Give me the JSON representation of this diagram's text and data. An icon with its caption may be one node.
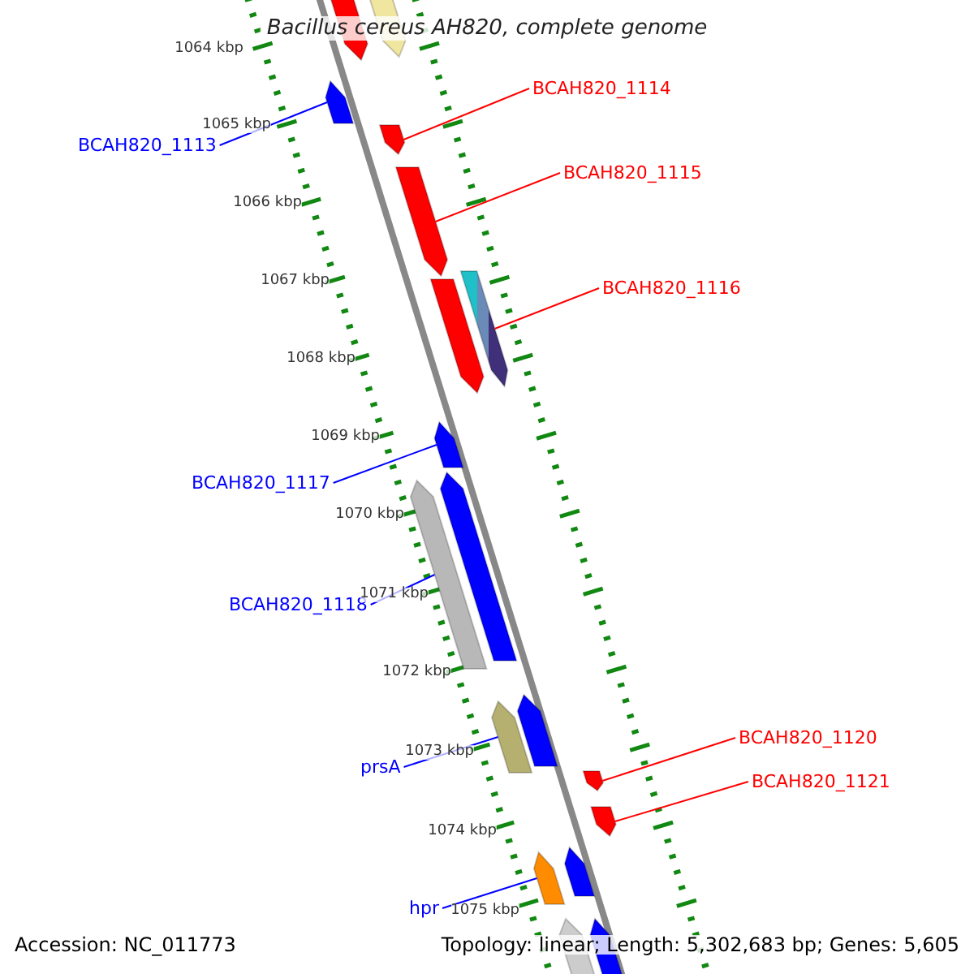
{
  "diagram": {
    "title": "Bacillus cereus AH820, complete genome",
    "nodes": [
      {
        "text": [
          "BCAH820_1114"
        ]
      },
      {
        "text": [],
        "shape": "bar"
      },
      {
        "text": [
          "BCAH820_1113"
        ]
      },
      {
        "text": [],
        "shape": "bar"
      },
      {
        "text": [
          "BCAH820_1115"
        ]
      },
      {
        "text": [],
        "shape": "bar"
      },
      {
        "text": [
          "BCAH820_1116"
        ]
      },
      {
        "text": [],
        "shape": "bar"
      },
      {
        "text": [
          "BCAH820_1117"
        ]
      },
      {
        "text": [],
        "shape": "bar"
      },
      {
        "text": [
          "BCAH820_1118"
        ]
      },
      {
        "text": [],
        "shape": "bar"
      },
      {
        "text": [
          "BCAH820_1120"
        ]
      },
      {
        "text": [],
        "shape": "bar"
      },
      {
        "text": [
          "prsA"
        ]
      },
      {
        "text": [],
        "shape": "bar"
      },
      {
        "text": [
          "BCAH820_1121"
        ]
      },
      {
        "text": [],
        "shape": "bar"
      },
      {
        "text": [
          "hpr"
        ]
      },
      {
        "text": [],
        "shape": "bar"
      },
      {
        "text": [],
        "shape": "bar"
      },
      {
        "text": [],
        "shape": "bar"
      },
      {
        "text": [],
        "shape": "bar"
      },
      {
        "text": [],
        "shape": "bar"
      },
      {
        "text": [],
        "shape": "bar"
      },
      {
        "text": [],
        "shape": "bar"
      },
      {
        "text": [],
        "shape": "bar"
      },
      {
        "text": [],
        "shape": "bar"
      }
    ],
    "edges": [
      {
        "from": 0,
        "to": 1,
        "arrow": "none",
        "color": "#ff0000"
      },
      {
        "from": 2,
        "to": 3,
        "arrow": "none",
        "color": "#0000ff"
      },
      {
        "from": 4,
        "to": 5,
        "arrow": "none",
        "color": "#ff0000"
      },
      {
        "from": 6,
        "to": 7,
        "arrow": "none",
        "color": "#ff0000"
      },
      {
        "from": 8,
        "to": 9,
        "arrow": "none",
        "color": "#0000ff"
      },
      {
        "from": 10,
        "to": 11,
        "arrow": "none",
        "color": "#0000ff"
      },
      {
        "from": 12,
        "to": 13,
        "arrow": "none",
        "color": "#ff0000"
      },
      {
        "from": 14,
        "to": 15,
        "arrow": "none",
        "color": "#0000ff"
      },
      {
        "from": 16,
        "to": 17,
        "arrow": "none",
        "color": "#ff0000"
      },
      {
        "from": 18,
        "to": 19,
        "arrow": "none",
        "color": "#0000ff"
      }
    ],
    "labels": [
      "1064 kbp",
      "1065 kbp",
      "1066 kbp",
      "1067 kbp",
      "1068 kbp",
      "1069 kbp",
      "1070 kbp",
      "1071 kbp",
      "1072 kbp",
      "1073 kbp",
      "1074 kbp",
      "1075 kbp",
      "Accession: NC_011773",
      "Topology: linear; Length: 5,302,683 bp; Genes: 5,605"
    ]
  }
}
